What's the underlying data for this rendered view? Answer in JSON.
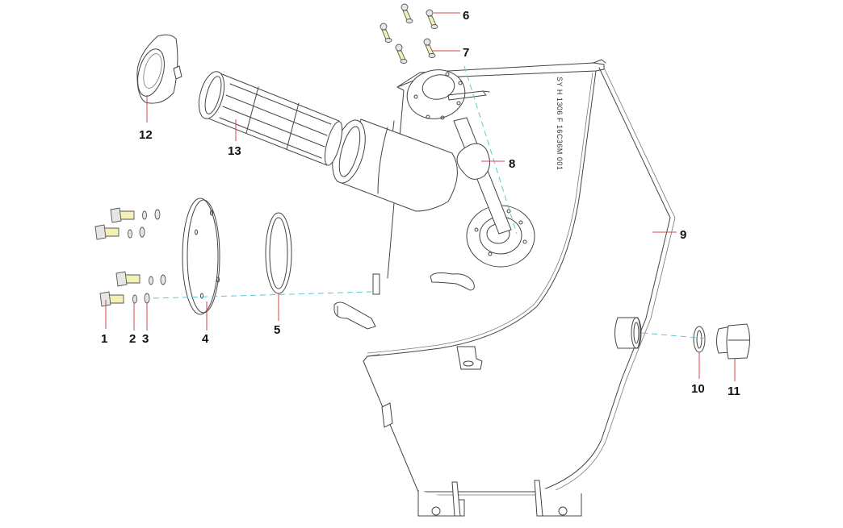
{
  "diagram": {
    "type": "exploded-parts-diagram",
    "subject": "fuel tank assembly",
    "tank_stamp": "SY H 1306 F 16C36M 001",
    "colors": {
      "line": "#444444",
      "leader": "#d9434f",
      "center_axis": "#5fc7d0",
      "bolt_fill": "#f3f1b6"
    },
    "callouts": [
      {
        "id": "1",
        "label": "1",
        "part": "hex bolt"
      },
      {
        "id": "2",
        "label": "2",
        "part": "spring washer"
      },
      {
        "id": "3",
        "label": "3",
        "part": "flat washer"
      },
      {
        "id": "4",
        "label": "4",
        "part": "cover plate"
      },
      {
        "id": "5",
        "label": "5",
        "part": "o-ring gasket"
      },
      {
        "id": "6",
        "label": "6",
        "part": "bolt"
      },
      {
        "id": "7",
        "label": "7",
        "part": "bolt"
      },
      {
        "id": "8",
        "label": "8",
        "part": "fuel level sensor"
      },
      {
        "id": "9",
        "label": "9",
        "part": "fuel tank"
      },
      {
        "id": "10",
        "label": "10",
        "part": "sealing washer"
      },
      {
        "id": "11",
        "label": "11",
        "part": "drain plug"
      },
      {
        "id": "12",
        "label": "12",
        "part": "filler cap"
      },
      {
        "id": "13",
        "label": "13",
        "part": "filler strainer"
      }
    ]
  }
}
